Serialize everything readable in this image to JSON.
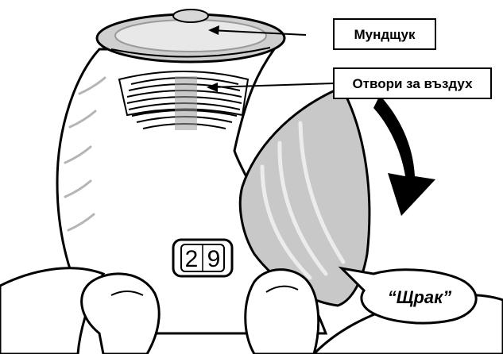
{
  "labels": {
    "mouthpiece": "Мундщук",
    "air_vents": "Отвори за въздух",
    "click": "“Щрак”"
  },
  "counter": {
    "digit_1": "2",
    "digit_2": "9"
  },
  "colors": {
    "stroke": "#000000",
    "body": "#ffffff",
    "cover": "#bdbdbd",
    "mouthpiece": "#cfcfcf",
    "arrow": "#000000"
  }
}
